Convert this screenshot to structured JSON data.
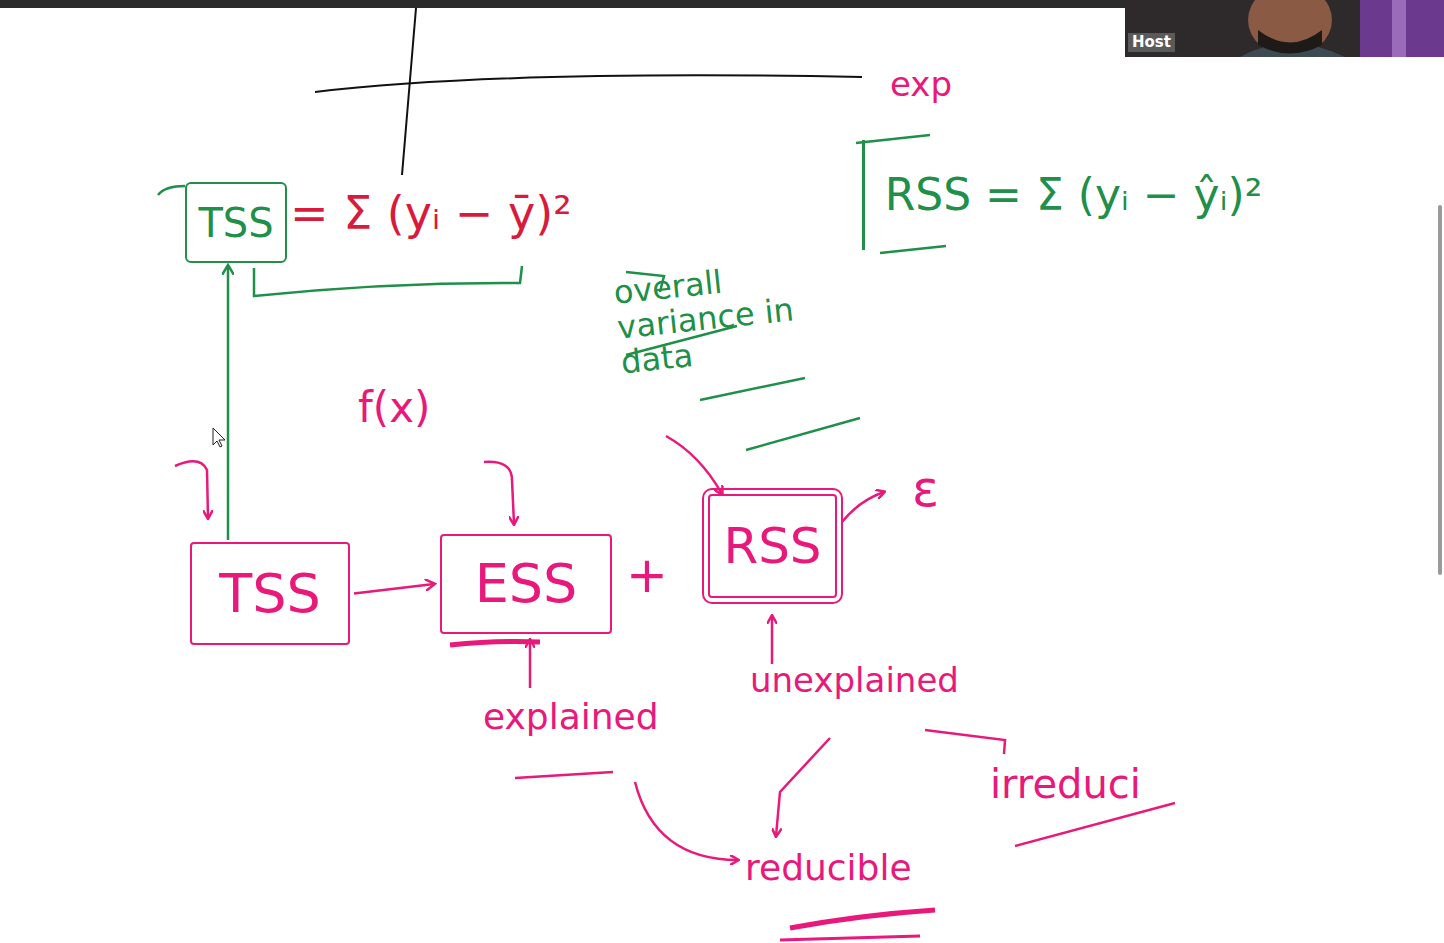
{
  "diagram": {
    "nodes": [
      {
        "text": [
          "TSS"
        ]
      },
      {
        "text": [
          "RSS = Σ (yᵢ − ŷᵢ)²"
        ]
      },
      {
        "text": [
          "TSS"
        ]
      },
      {
        "text": [
          "ESS"
        ]
      },
      {
        "text": [
          "RSS"
        ]
      }
    ],
    "edges": [
      {
        "from": 2,
        "to": 0,
        "arrow": "to"
      },
      {
        "from": 2,
        "to": 3,
        "arrow": "to"
      }
    ],
    "labels": [
      "Host",
      "= Σ (yᵢ − ȳ)²",
      "exp",
      "overall variance in data",
      "f(x)",
      "+",
      "ε",
      "explained",
      "unexplained",
      "reducible",
      "irreduci"
    ]
  }
}
